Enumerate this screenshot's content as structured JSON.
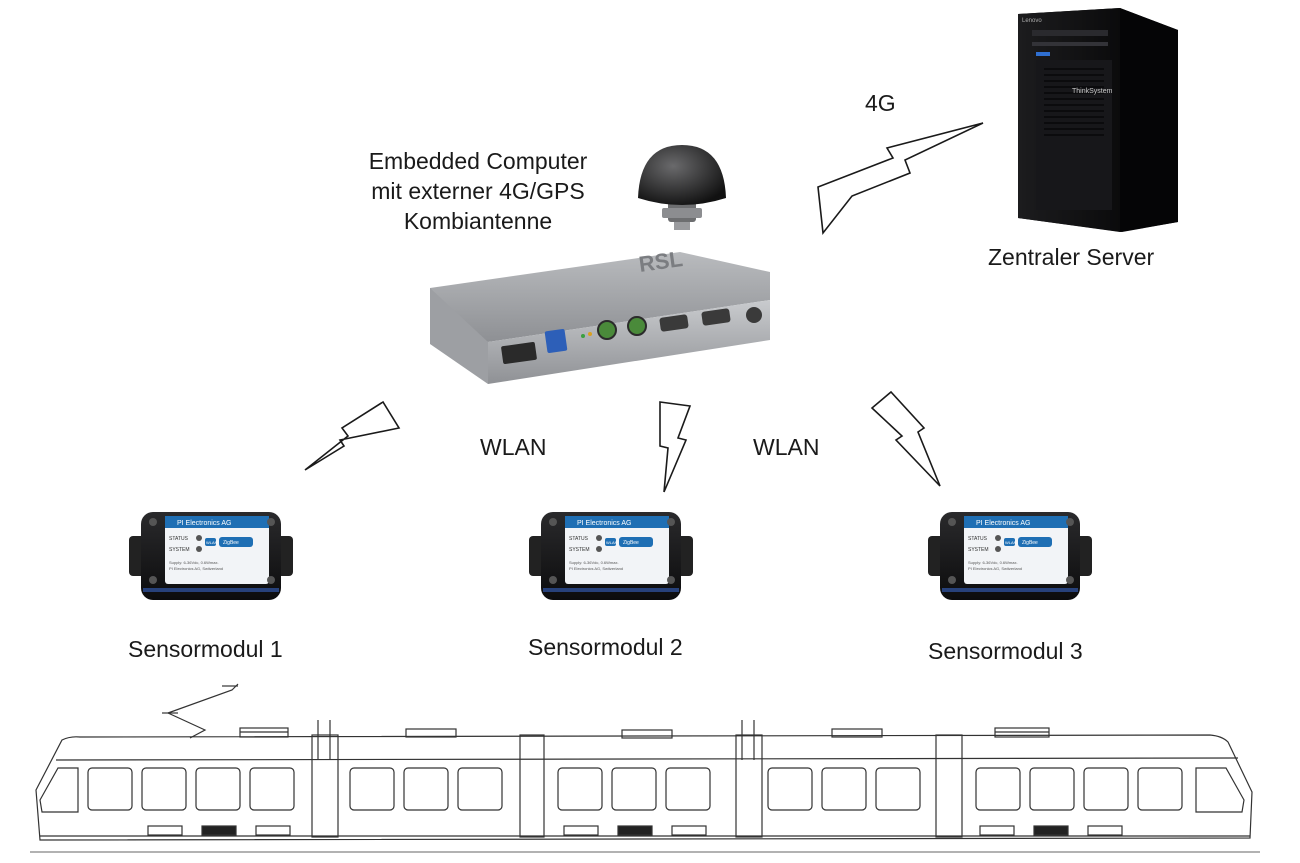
{
  "labels": {
    "embedded_line1": "Embedded Computer",
    "embedded_line2": "mit externer 4G/GPS",
    "embedded_line3": "Kombiantenne",
    "link_4g": "4G",
    "server": "Zentraler Server",
    "wlan_left": "WLAN",
    "wlan_right": "WLAN",
    "sensor_1": "Sensormodul 1",
    "sensor_2": "Sensormodul 2",
    "sensor_3": "Sensormodul 3"
  },
  "server_brand": "ThinkSystem",
  "server_maker": "Lenovo",
  "computer_brand": "RSL",
  "sensor_module": {
    "maker": "PI Electronics AG",
    "status": "STATUS",
    "system": "SYSTEM",
    "badge": "WLAN",
    "protocol": "ZigBee",
    "supply": "Supply: 6-36Vdc, 0.6Wmax.",
    "origin": "PI Electronics AG, Switzerland"
  },
  "colors": {
    "text": "#1a1a1a",
    "module_label": "#1f6fb4",
    "line_art": "#333333"
  },
  "icons": [
    "lightning-icon",
    "antenna-icon",
    "server-tower-icon",
    "embedded-computer-icon",
    "sensor-module-icon",
    "tram-icon"
  ]
}
